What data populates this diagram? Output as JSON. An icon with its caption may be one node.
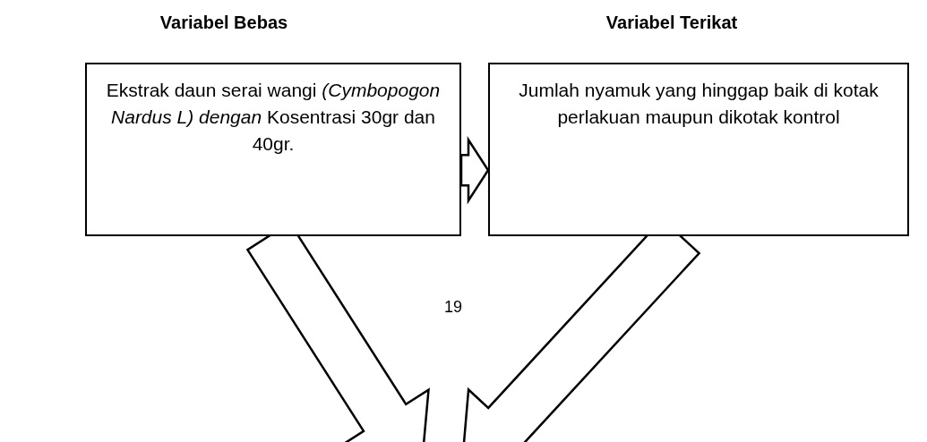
{
  "diagram": {
    "nodes": [
      {
        "text": [
          "Variabel Bebas",
          "Ekstrak daun serai wangi *(Cymbopogon Nardus L)* *dengan* Kosentrasi 30gr dan 40gr."
        ]
      },
      {
        "text": [
          "Variabel Terikat",
          "Jumlah nyamuk yang hinggap baik di kotak perlakuan maupun dikotak kontrol"
        ]
      }
    ],
    "edges": [
      {
        "from": 0,
        "to": 1,
        "arrow": "to"
      },
      {
        "from": 0,
        "to": null,
        "arrow": "to"
      },
      {
        "from": 1,
        "to": null,
        "arrow": "to"
      }
    ],
    "labels": [
      "19"
    ]
  }
}
